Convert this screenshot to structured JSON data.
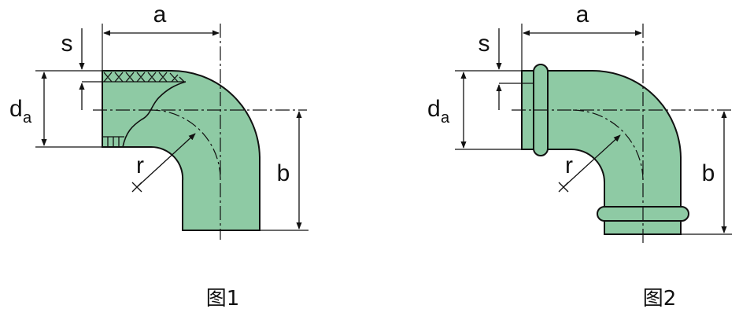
{
  "colors": {
    "pipe_fill": "#8ecaa4",
    "stroke": "#111111",
    "background": "#ffffff"
  },
  "figure1": {
    "label_a": "a",
    "label_s": "s",
    "label_d": "d",
    "label_d_sub": "a",
    "label_b": "b",
    "label_r": "r",
    "caption": "图1"
  },
  "figure2": {
    "label_a": "a",
    "label_s": "s",
    "label_d": "d",
    "label_d_sub": "a",
    "label_b": "b",
    "label_r": "r",
    "caption": "图2"
  }
}
